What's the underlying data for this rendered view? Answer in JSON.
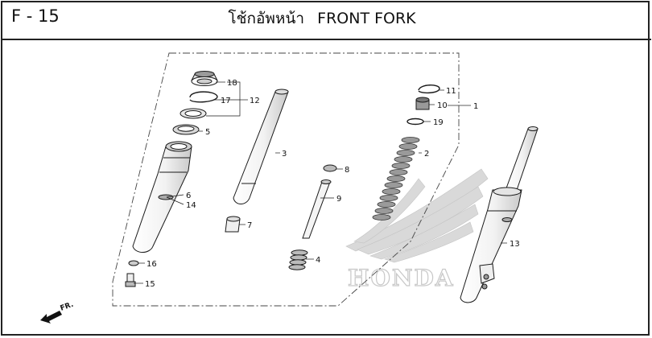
{
  "header": {
    "code": "F - 15",
    "title_thai": "โช้กอัพหน้า",
    "title_en": "FRONT FORK"
  },
  "direction_label": "FR.",
  "watermark": "HONDA",
  "callouts": {
    "c1": "1",
    "c2": "2",
    "c3": "3",
    "c4": "4",
    "c5": "5",
    "c6": "6",
    "c7": "7",
    "c8": "8",
    "c9": "9",
    "c10": "10",
    "c11": "11",
    "c12": "12",
    "c13": "13",
    "c14": "14",
    "c15": "15",
    "c16": "16",
    "c17": "17",
    "c18": "18",
    "c19": "19"
  },
  "colors": {
    "line": "#1a1a1a",
    "frame": "#222222",
    "watermark": "#d6d6d6"
  }
}
